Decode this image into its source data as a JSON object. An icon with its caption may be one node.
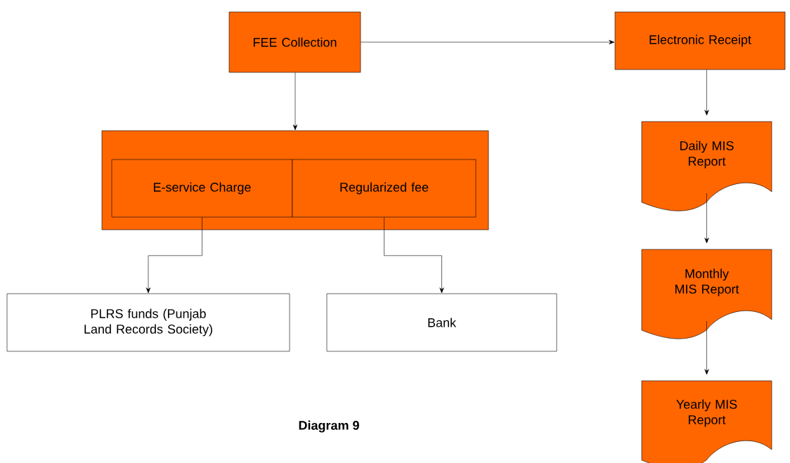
{
  "diagram": {
    "caption": "Diagram 9",
    "nodes": [
      {
        "text": [
          "FEE Collection"
        ]
      },
      {
        "text": [
          "Electronic Receipt"
        ]
      },
      {
        "text": [],
        "shape": "box"
      },
      {
        "text": [
          "E-service Charge"
        ],
        "in": 2
      },
      {
        "text": [
          "Regularized fee"
        ],
        "in": 2
      },
      {
        "text": [
          "Daily MIS Report"
        ]
      },
      {
        "text": [
          "Monthly MIS Report"
        ]
      },
      {
        "text": [
          "Yearly MIS Report"
        ]
      },
      {
        "text": [
          "PLRS funds (Punjab Land Records Society)"
        ]
      },
      {
        "text": [
          "Bank"
        ]
      }
    ],
    "edges": [
      {
        "from": 0,
        "to": 1,
        "arrow": "to"
      },
      {
        "from": 0,
        "to": 2,
        "arrow": "to"
      },
      {
        "from": 3,
        "to": 8,
        "arrow": "to"
      },
      {
        "from": 4,
        "to": 9,
        "arrow": "to"
      },
      {
        "from": 1,
        "to": 5,
        "arrow": "to"
      },
      {
        "from": 5,
        "to": 6,
        "arrow": "to"
      },
      {
        "from": 6,
        "to": 7,
        "arrow": "to"
      }
    ]
  }
}
